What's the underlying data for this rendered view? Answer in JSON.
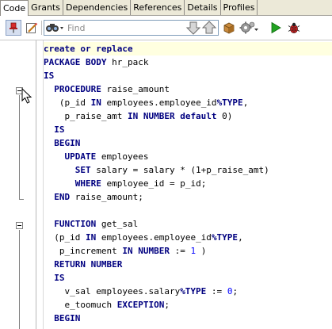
{
  "tabs": [
    {
      "label": "Code",
      "active": true
    },
    {
      "label": "Grants",
      "active": false
    },
    {
      "label": "Dependencies",
      "active": false
    },
    {
      "label": "References",
      "active": false
    },
    {
      "label": "Details",
      "active": false
    },
    {
      "label": "Profiles",
      "active": false
    }
  ],
  "toolbar": {
    "pin_icon": "pin-icon",
    "edit_icon": "edit-icon",
    "find_icon": "binoculars-icon",
    "find_placeholder": "Find",
    "down_icon": "arrow-down-icon",
    "up_icon": "arrow-up-icon",
    "compile_icon": "package-icon",
    "settings_icon": "gear-icon",
    "run_icon": "run-icon",
    "debug_icon": "bug-icon"
  },
  "colors": {
    "keyword": "#000080",
    "literal": "#0000ff",
    "highlight": "#ffffe0",
    "run_green": "#21a321",
    "bug_red": "#d81f1f"
  },
  "code_lines": [
    {
      "tokens": [
        {
          "t": "create or replace",
          "c": "kw"
        }
      ],
      "highlight": true
    },
    {
      "tokens": [
        {
          "t": "PACKAGE BODY",
          "c": "kw"
        },
        {
          "t": " hr_pack",
          "c": "id"
        }
      ]
    },
    {
      "tokens": [
        {
          "t": "IS",
          "c": "kw"
        }
      ]
    },
    {
      "tokens": [
        {
          "t": "  PROCEDURE",
          "c": "kw"
        },
        {
          "t": " raise_amount",
          "c": "id"
        }
      ]
    },
    {
      "tokens": [
        {
          "t": "   (p_id ",
          "c": "id"
        },
        {
          "t": "IN",
          "c": "kw"
        },
        {
          "t": " employees.employee_id",
          "c": "id"
        },
        {
          "t": "%TYPE",
          "c": "kw"
        },
        {
          "t": ",",
          "c": "id"
        }
      ]
    },
    {
      "tokens": [
        {
          "t": "    p_raise_amt ",
          "c": "id"
        },
        {
          "t": "IN NUMBER default",
          "c": "kw"
        },
        {
          "t": " 0)",
          "c": "id"
        }
      ]
    },
    {
      "tokens": [
        {
          "t": "  IS",
          "c": "kw"
        }
      ]
    },
    {
      "tokens": [
        {
          "t": "  BEGIN",
          "c": "kw"
        }
      ]
    },
    {
      "tokens": [
        {
          "t": "    UPDATE",
          "c": "kw"
        },
        {
          "t": " employees",
          "c": "id"
        }
      ]
    },
    {
      "tokens": [
        {
          "t": "      SET",
          "c": "kw"
        },
        {
          "t": " salary = salary * (1+p_raise_amt)",
          "c": "id"
        }
      ]
    },
    {
      "tokens": [
        {
          "t": "      WHERE",
          "c": "kw"
        },
        {
          "t": " employee_id = p_id;",
          "c": "id"
        }
      ]
    },
    {
      "tokens": [
        {
          "t": "  END",
          "c": "kw"
        },
        {
          "t": " raise_amount;",
          "c": "id"
        }
      ]
    },
    {
      "tokens": [
        {
          "t": "",
          "c": "id"
        }
      ]
    },
    {
      "tokens": [
        {
          "t": "  FUNCTION",
          "c": "kw"
        },
        {
          "t": " get_sal",
          "c": "id"
        }
      ]
    },
    {
      "tokens": [
        {
          "t": "  (p_id ",
          "c": "id"
        },
        {
          "t": "IN",
          "c": "kw"
        },
        {
          "t": " employees.employee_id",
          "c": "id"
        },
        {
          "t": "%TYPE",
          "c": "kw"
        },
        {
          "t": ",",
          "c": "id"
        }
      ]
    },
    {
      "tokens": [
        {
          "t": "   p_increment ",
          "c": "id"
        },
        {
          "t": "IN NUMBER",
          "c": "kw"
        },
        {
          "t": " := ",
          "c": "id"
        },
        {
          "t": "1",
          "c": "lit"
        },
        {
          "t": " )",
          "c": "id"
        }
      ]
    },
    {
      "tokens": [
        {
          "t": "  RETURN NUMBER",
          "c": "kw"
        }
      ]
    },
    {
      "tokens": [
        {
          "t": "  IS",
          "c": "kw"
        }
      ]
    },
    {
      "tokens": [
        {
          "t": "    v_sal employees.salary",
          "c": "id"
        },
        {
          "t": "%TYPE",
          "c": "kw"
        },
        {
          "t": " := ",
          "c": "id"
        },
        {
          "t": "0",
          "c": "lit"
        },
        {
          "t": ";",
          "c": "id"
        }
      ]
    },
    {
      "tokens": [
        {
          "t": "    e_toomuch ",
          "c": "id"
        },
        {
          "t": "EXCEPTION",
          "c": "kw"
        },
        {
          "t": ";",
          "c": "id"
        }
      ]
    },
    {
      "tokens": [
        {
          "t": "  BEGIN",
          "c": "kw"
        }
      ]
    }
  ]
}
